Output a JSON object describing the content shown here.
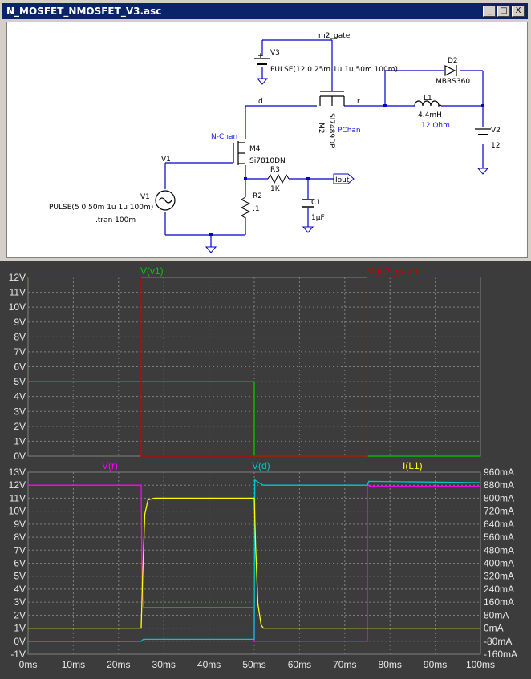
{
  "window": {
    "title": "N_MOSFET_NMOSFET_V3.asc",
    "buttons": [
      {
        "name": "minimize",
        "glyph": "_"
      },
      {
        "name": "maximize",
        "glyph": "□"
      },
      {
        "name": "close",
        "glyph": "X"
      }
    ]
  },
  "schematic": {
    "labels": {
      "m2_gate": "m2_gate",
      "v3_name": "V3",
      "v3_value": "PULSE(12 0 25m 1u 1u 50m 100m)",
      "d2_name": "D2",
      "d2_value": "MBRS360",
      "node_d": "d",
      "node_r": "r",
      "m2_name": "M2",
      "m2_value": "Si7489DP",
      "m2_type": "PChan",
      "l1_name": "L1",
      "l1_value": "4.4mH",
      "l1_res": "12 Ohm",
      "v2_name": "V2",
      "v2_value": "12",
      "nchan": "N-Chan",
      "m4_name": "M4",
      "m4_value": "Si7810DN",
      "v1_node": "V1",
      "r3_name": "R3",
      "r3_value": "1K",
      "iout": "Iout",
      "v1_name": "V1",
      "v1_value": "PULSE(5 0 50m 1u 1u 100m)",
      "r2_name": "R2",
      "r2_value": ".1",
      "c1_name": "C1",
      "c1_value": "1µF",
      "tran": ".tran 100m"
    }
  },
  "colors": {
    "plot_bg": "#3c3c3c",
    "grid": "#808080",
    "v_v1": "#00cc00",
    "v_m2_gate": "#cc0000",
    "v_r": "#ff00ff",
    "v_d": "#00c8c8",
    "i_l1": "#ffff00",
    "wire": "#0000cc"
  },
  "chart_data": [
    {
      "type": "line",
      "name": "top-pane",
      "xlabel": "",
      "ylabel": "",
      "xlim": [
        0,
        100
      ],
      "ylim": [
        0,
        12
      ],
      "x_ticks": [
        "0ms",
        "10ms",
        "20ms",
        "30ms",
        "40ms",
        "50ms",
        "60ms",
        "70ms",
        "80ms",
        "90ms",
        "100ms"
      ],
      "y_ticks": [
        "0V",
        "1V",
        "2V",
        "3V",
        "4V",
        "5V",
        "6V",
        "7V",
        "8V",
        "9V",
        "10V",
        "11V",
        "12V"
      ],
      "legend": [
        "V(v1)",
        "V(m2_gate)"
      ],
      "series": [
        {
          "name": "V(v1)",
          "color": "#00cc00",
          "points": [
            [
              0,
              5
            ],
            [
              50,
              5
            ],
            [
              50,
              0
            ],
            [
              100,
              0
            ]
          ]
        },
        {
          "name": "V(m2_gate)",
          "color": "#cc0000",
          "points": [
            [
              0,
              12
            ],
            [
              25,
              12
            ],
            [
              25,
              0
            ],
            [
              75,
              0
            ],
            [
              75,
              12
            ],
            [
              100,
              12
            ]
          ]
        }
      ]
    },
    {
      "type": "line",
      "name": "bottom-pane",
      "xlabel": "",
      "ylabel": "",
      "xlim": [
        0,
        100
      ],
      "ylim": [
        -1,
        13
      ],
      "y2lim": [
        -160,
        960
      ],
      "x_ticks": [
        "0ms",
        "10ms",
        "20ms",
        "30ms",
        "40ms",
        "50ms",
        "60ms",
        "70ms",
        "80ms",
        "90ms",
        "100ms"
      ],
      "y_ticks": [
        "-1V",
        "0V",
        "1V",
        "2V",
        "3V",
        "4V",
        "5V",
        "6V",
        "7V",
        "8V",
        "9V",
        "10V",
        "11V",
        "12V",
        "13V"
      ],
      "y2_ticks": [
        "-160mA",
        "-80mA",
        "0mA",
        "80mA",
        "160mA",
        "240mA",
        "320mA",
        "400mA",
        "480mA",
        "560mA",
        "640mA",
        "720mA",
        "800mA",
        "880mA",
        "960mA"
      ],
      "legend": [
        "V(r)",
        "V(d)",
        "I(L1)"
      ],
      "series": [
        {
          "name": "V(r)",
          "color": "#ff00ff",
          "axis": "left",
          "points": [
            [
              0,
              12
            ],
            [
              25,
              12
            ],
            [
              25.2,
              4.5
            ],
            [
              25.5,
              2.6
            ],
            [
              50,
              2.6
            ],
            [
              50,
              0
            ],
            [
              75,
              0
            ],
            [
              75,
              12.1
            ],
            [
              75.5,
              11.9
            ],
            [
              100,
              11.9
            ]
          ]
        },
        {
          "name": "V(d)",
          "color": "#00c8c8",
          "axis": "left",
          "points": [
            [
              0,
              0
            ],
            [
              25,
              0
            ],
            [
              25.5,
              0.15
            ],
            [
              50,
              0.15
            ],
            [
              50.1,
              12.4
            ],
            [
              51,
              12.2
            ],
            [
              52,
              12
            ],
            [
              75,
              12
            ],
            [
              75.3,
              12.3
            ],
            [
              100,
              12.2
            ]
          ]
        },
        {
          "name": "I(L1)",
          "color": "#ffff00",
          "axis": "right",
          "points": [
            [
              0,
              0
            ],
            [
              25,
              0
            ],
            [
              25.3,
              300
            ],
            [
              25.8,
              700
            ],
            [
              26.5,
              790
            ],
            [
              28,
              800
            ],
            [
              50,
              800
            ],
            [
              50.3,
              500
            ],
            [
              50.8,
              150
            ],
            [
              51.5,
              20
            ],
            [
              52,
              0
            ],
            [
              100,
              0
            ]
          ]
        }
      ]
    }
  ]
}
